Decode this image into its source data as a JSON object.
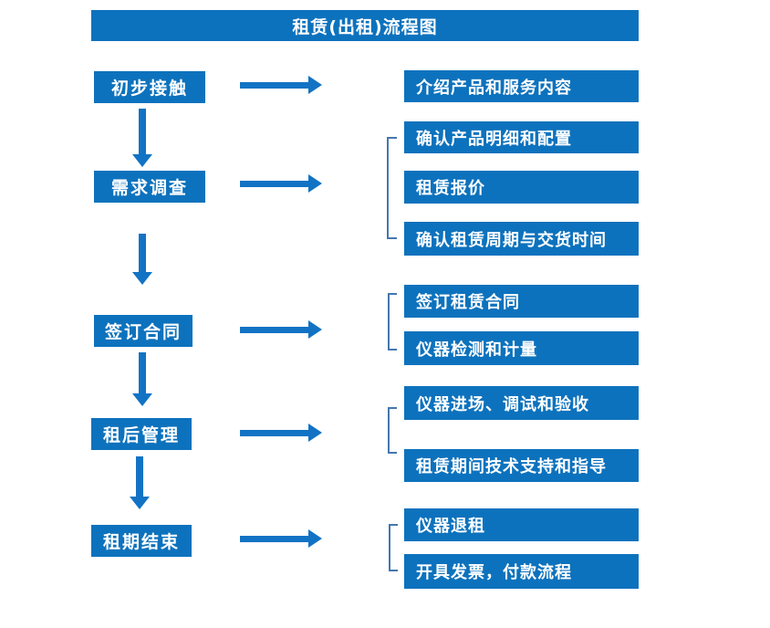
{
  "title": "租赁(出租)流程图",
  "colors": {
    "box_blue": "#0d72bd",
    "arrow_blue": "#1273c4",
    "bracket_blue": "#4577ad",
    "text_white": "#ffffff",
    "page_bg": "#ffffff"
  },
  "steps": [
    {
      "label": "初步接触",
      "details": [
        "介绍产品和服务内容"
      ]
    },
    {
      "label": "需求调查",
      "details": [
        "确认产品明细和配置",
        "租赁报价",
        "确认租赁周期与交货时间"
      ]
    },
    {
      "label": "签订合同",
      "details": [
        "签订租赁合同",
        "仪器检测和计量"
      ]
    },
    {
      "label": "租后管理",
      "details": [
        "仪器进场、调试和验收",
        "租赁期间技术支持和指导"
      ]
    },
    {
      "label": "租期结束",
      "details": [
        "仪器退租",
        "开具发票，付款流程"
      ]
    }
  ]
}
